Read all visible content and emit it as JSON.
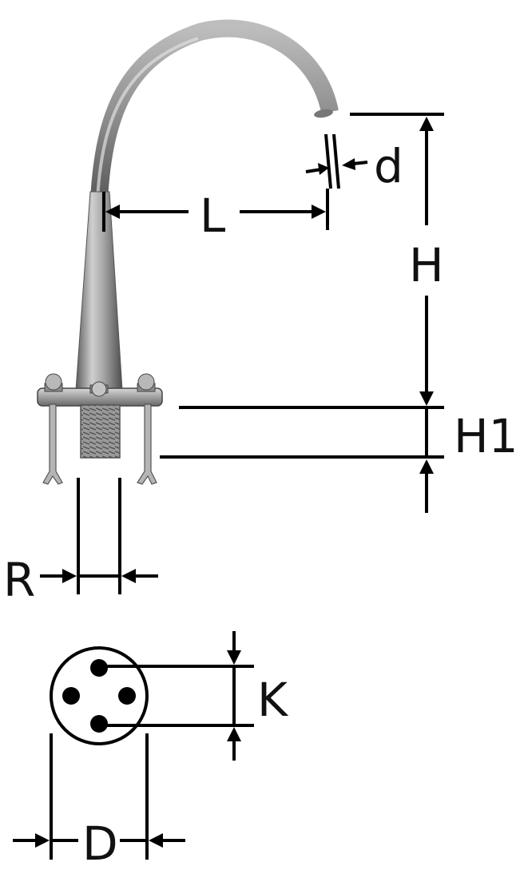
{
  "labels": {
    "d": "d",
    "L": "L",
    "H": "H",
    "H1": "H1",
    "R": "R",
    "K": "K",
    "D": "D"
  },
  "colors": {
    "metal_light": "#d2d2d2",
    "metal_mid": "#9e9e9e",
    "metal_dark": "#5c5c5c",
    "ink": "#000000"
  }
}
